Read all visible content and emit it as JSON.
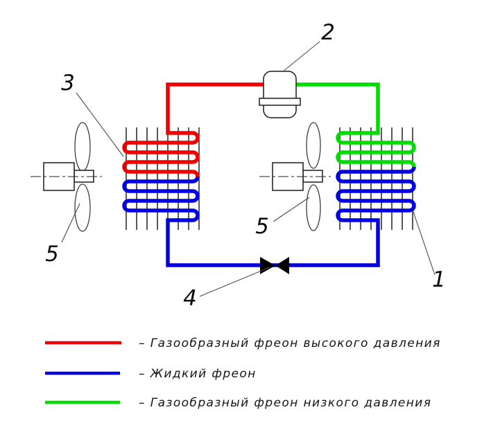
{
  "labels": {
    "evaporator": "1",
    "compressor": "2",
    "condenser": "3",
    "expansion_valve": "4",
    "fan_left": "5",
    "fan_right": "5"
  },
  "legend": {
    "items": [
      {
        "name": "gas-high-pressure",
        "color": "#ee0000",
        "label": "– Газообразный фреон высокого давления"
      },
      {
        "name": "liquid-freon",
        "color": "#0000e0",
        "label": "– Жидкий фреон"
      },
      {
        "name": "gas-low-pressure",
        "color": "#00dc00",
        "label": "– Газообразный фреон низкого давления"
      }
    ]
  },
  "colors": {
    "pipe_red": "#ee0000",
    "pipe_blue": "#0000e0",
    "pipe_green": "#00dc00",
    "outline": "#1a1a1a",
    "background": "#ffffff"
  }
}
